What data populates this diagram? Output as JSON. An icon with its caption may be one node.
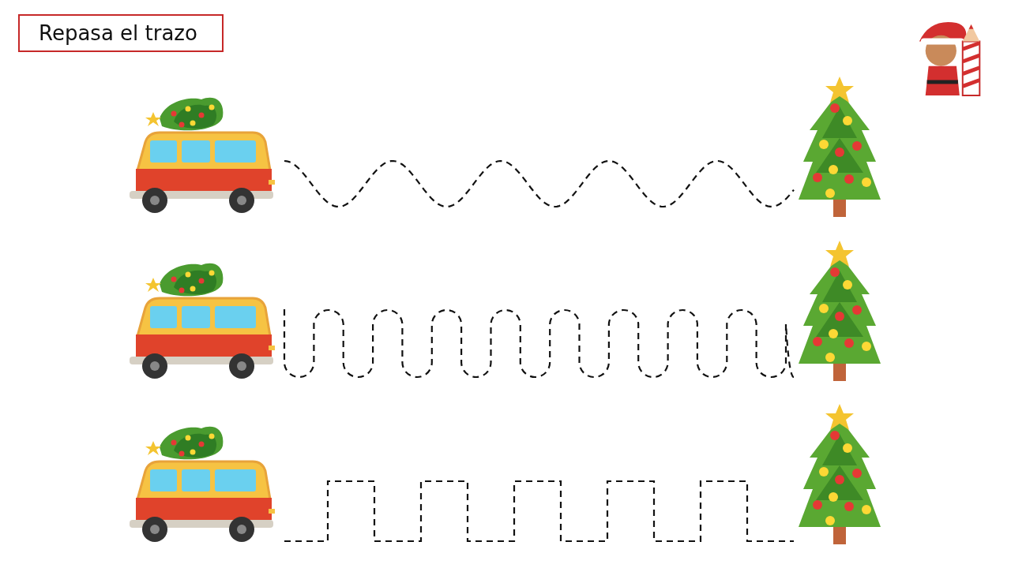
{
  "diagram": {
    "title": "Repasa el trazo",
    "nodes": [
      {
        "text": [],
        "shape": "picture"
      },
      {
        "text": [],
        "shape": "picture"
      },
      {
        "text": [],
        "shape": "picture"
      },
      {
        "text": [],
        "shape": "picture"
      },
      {
        "text": [],
        "shape": "picture"
      },
      {
        "text": [],
        "shape": "picture"
      }
    ],
    "edges": [
      {
        "from": 0,
        "to": 1,
        "arrow": "none",
        "style": "dashed"
      },
      {
        "from": 2,
        "to": 3,
        "arrow": "none",
        "style": "dashed"
      },
      {
        "from": 4,
        "to": 5,
        "arrow": "none",
        "style": "dashed"
      }
    ]
  }
}
